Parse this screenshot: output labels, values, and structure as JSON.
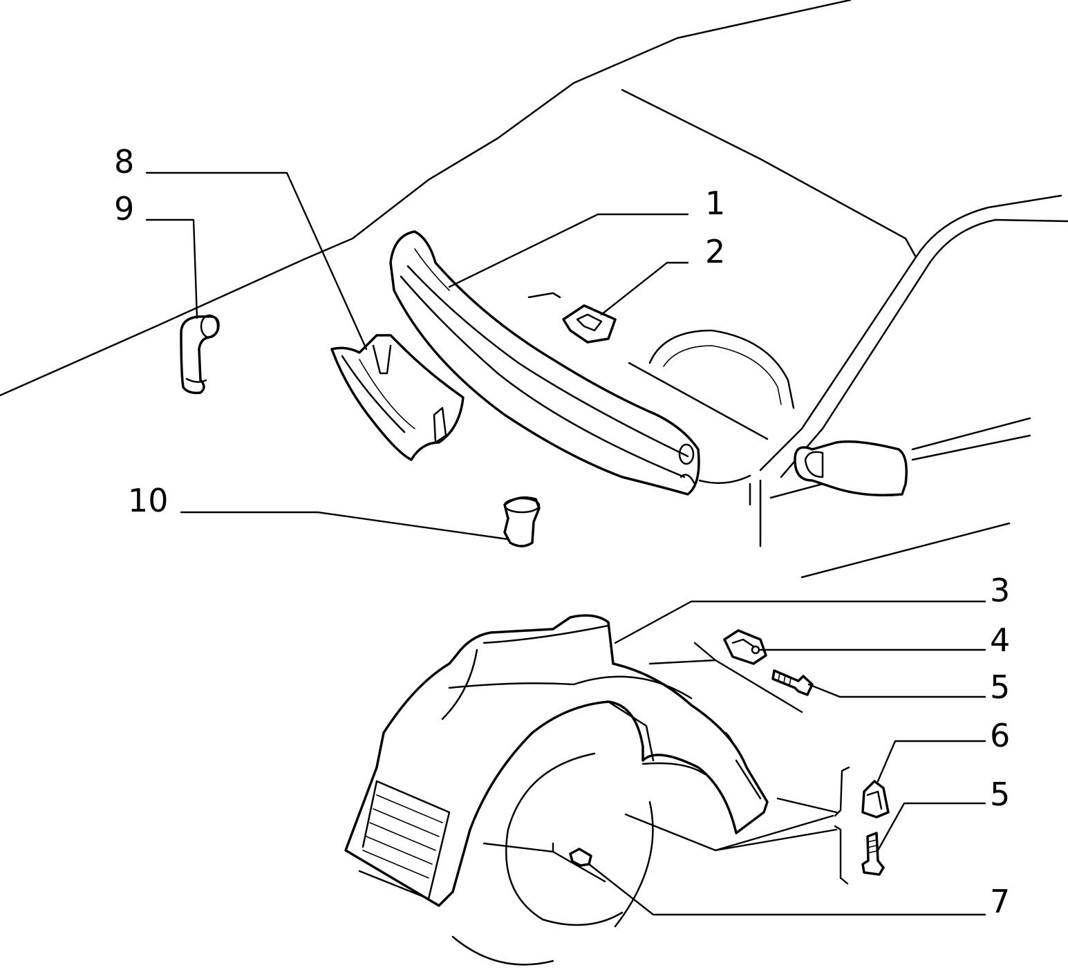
{
  "callouts": [
    {
      "id": "1",
      "label": "1"
    },
    {
      "id": "2",
      "label": "2"
    },
    {
      "id": "3",
      "label": "3"
    },
    {
      "id": "4",
      "label": "4"
    },
    {
      "id": "5a",
      "label": "5"
    },
    {
      "id": "6",
      "label": "6"
    },
    {
      "id": "5b",
      "label": "5"
    },
    {
      "id": "7",
      "label": "7"
    },
    {
      "id": "8",
      "label": "8"
    },
    {
      "id": "9",
      "label": "9"
    },
    {
      "id": "10",
      "label": "10"
    }
  ]
}
